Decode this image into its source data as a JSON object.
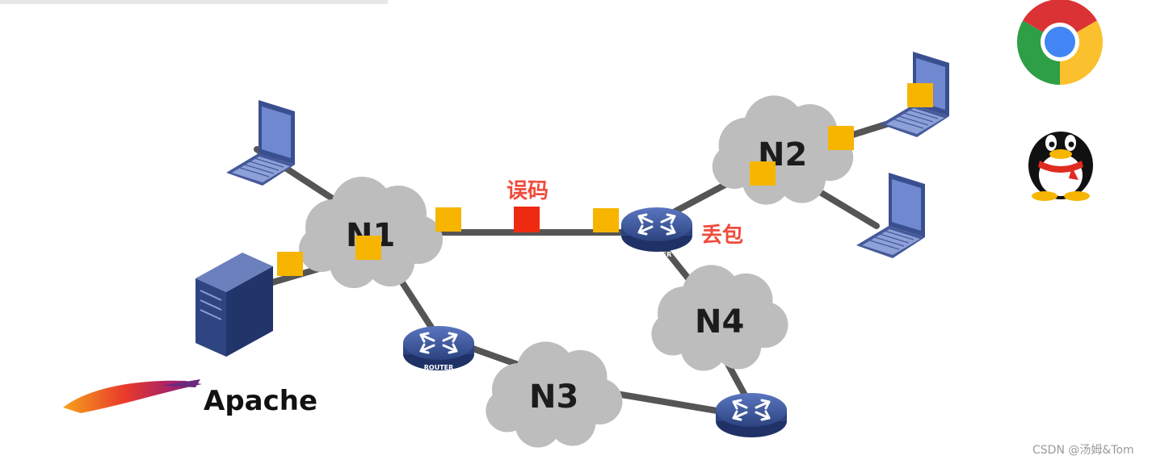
{
  "networks": {
    "n1": "N1",
    "n2": "N2",
    "n3": "N3",
    "n4": "N4"
  },
  "annotations": {
    "bit_error": "误码",
    "packet_loss": "丢包"
  },
  "router_label": "ROUTER",
  "apache": {
    "name": "Apache"
  },
  "watermark": "CSDN @汤姆&Tom",
  "colors": {
    "cloud": "#bdbdbd",
    "link": "#555555",
    "packet": "#f7b500",
    "error_packet": "#ee2a10",
    "annotation": "#f04b3c",
    "router": "#3d58a0"
  },
  "icons": [
    "laptop-icon",
    "server-icon",
    "router-icon",
    "chrome-icon",
    "qq-penguin-icon",
    "apache-feather-icon"
  ]
}
